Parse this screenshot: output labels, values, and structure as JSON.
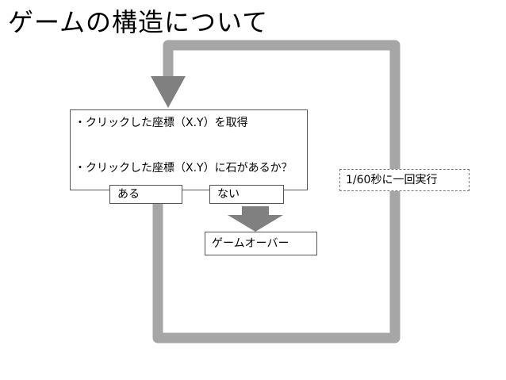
{
  "title": "ゲームの構造について",
  "steps": {
    "get_coordinates": "・クリックした座標（X.Y）を取得",
    "check_stone": "・クリックした座標（X.Y）に石があるか？"
  },
  "branches": {
    "yes": "ある",
    "no": "ない"
  },
  "result": "ゲームオーバー",
  "loop_label": "1/60秒に一回実行",
  "colors": {
    "loop_line": "#a6a6a6",
    "arrow": "#808080"
  }
}
